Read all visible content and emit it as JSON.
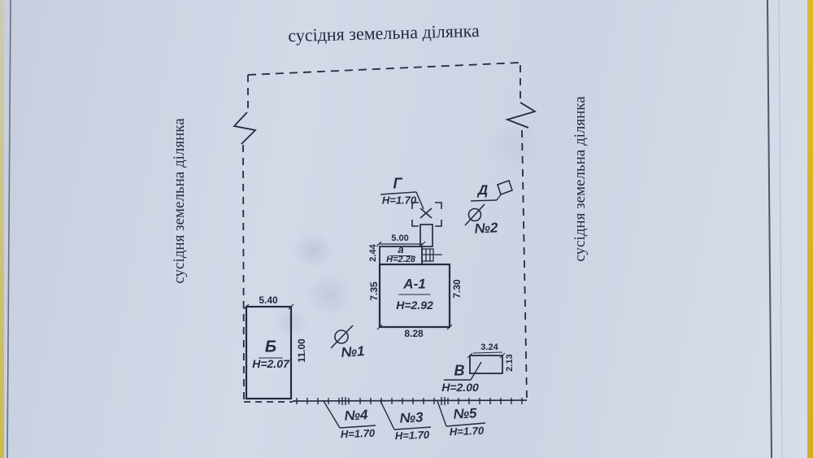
{
  "page": {
    "paper_color": "#ccd4e3",
    "edge_yellow": "#d8bc2e",
    "ink_color": "#262a3e"
  },
  "neighbor_labels": {
    "top": "сусідня земельна ділянка",
    "left": "сусідня земельна ділянка",
    "right": "сусідня земельна ділянка"
  },
  "buildings": {
    "a1": {
      "name": "А-1",
      "height": "Н=2.92",
      "dim_bottom": "8.28",
      "dim_left": "7.35",
      "dim_right": "7.30"
    },
    "a_annex": {
      "name": "а",
      "height": "Н=2.28",
      "dim_top": "5.00",
      "dim_left": "2.44"
    },
    "b": {
      "name": "Б",
      "height": "Н=2.07",
      "dim_top": "5.40",
      "dim_right": "11.00"
    },
    "v": {
      "name": "В",
      "height": "Н=2.00",
      "dim_top": "3.24",
      "dim_right": "2.13"
    },
    "g": {
      "name": "Г",
      "height": "Н=1.70"
    },
    "d": {
      "name": "Д"
    }
  },
  "wells": {
    "no1": "№1",
    "no2": "№2"
  },
  "fences": [
    {
      "label": "№4",
      "height": "Н=1.70"
    },
    {
      "label": "№3",
      "height": "Н=1.70"
    },
    {
      "label": "№5",
      "height": "Н=1.70"
    }
  ]
}
